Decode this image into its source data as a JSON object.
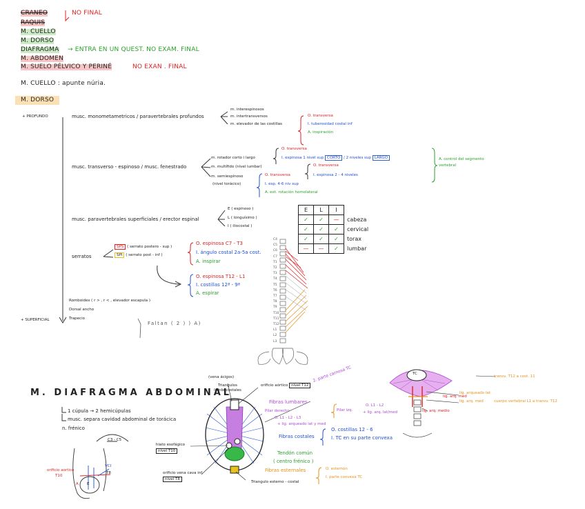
{
  "top_list": {
    "craneo": "CRANEO",
    "raquis": "RAQUIS",
    "cuello": "M. CUELLO",
    "dorso": "M. DORSO",
    "diafragma": "DIAFRAGMA",
    "abdomen": "M. ABDOMEN",
    "suelo": "M. SUELO PÉLVICO Y PERINÉ",
    "no_final": "NO FINAL",
    "entra": "→ ENTRA EN UN QUEST. NO EXAM. FINAL",
    "no_exam": "NO EXAN . FINAL"
  },
  "cuello_line": "M. CUELLO : apunte núria.",
  "dorso_head": "M. DORSO",
  "dorso": {
    "profundo": "+ PROFUNDO",
    "superficial": "+ SUPERFICIAL",
    "g1": "musc. monometametricos / paravertebrales profundos",
    "g1_items": [
      "m. interespinosos",
      "m. intertransversos",
      "m. elevador de las costillas"
    ],
    "g1_o": "O. transversa",
    "g1_i": "I. tuberosidad costal inf",
    "g1_a": "A. inspiración",
    "g2": "musc. transverso - espinoso / musc. fenestrado",
    "g2_rotador": "m. rotador corto i largo",
    "g2_rot_o": "O. transversa",
    "g2_rot_i": "I. espinosa 1 nivel sup",
    "corto": "CORTO",
    "g2_rot_i2": "/ 2 niveles sup",
    "largo": "LARGO",
    "g2_multifido": "m. multífido",
    "g2_nivel_lumbar": "(nivel lumbar)",
    "g2_mul_o": "O. transversa",
    "g2_mul_i": "I. espinosa 2 - 4 niveles",
    "g2_semi": "m. semiespinoso",
    "g2_nivel_toracico": "(nivel torácico)",
    "g2_semi_o": "O. transversa",
    "g2_semi_i": "I. esp. 4-6 niv sup",
    "g2_semi_a": "A. ext. rotación homolateral",
    "g2_a": "A. control del segmento vertebral",
    "g3": "musc. paravertebrales superficiales / erector espinal",
    "g3_items": [
      "E ( espinoso )",
      "L ( longuísimo )",
      "I ( iliocostal )"
    ],
    "serratos": "serratos",
    "sps": "SPS",
    "sps_txt": "( serrato postero - sup )",
    "spi": "SPI",
    "spi_txt": "( serrato post - inf )",
    "sps_o": "O. espinosa C7 - T3",
    "sps_i": "I. ángulo costal 2a-5a cost.",
    "sps_a": "A. inspirar",
    "spi_o": "O. espinosa T12 - L1",
    "spi_i": "I. costillas 12ª - 9ª",
    "spi_a": "A. espirar",
    "romboides": "Romboides ( r > , r < , elevador escapula )",
    "dorsal": "Dorsal ancho",
    "trapecio": "Trapecio",
    "faltan": "Faltan ( 2 ) ) A)"
  },
  "elt_table": {
    "headers": [
      "E",
      "L",
      "I"
    ],
    "rows": [
      {
        "label": "cabeza",
        "marks": [
          "✓",
          "✓",
          "—"
        ]
      },
      {
        "label": "cervical",
        "marks": [
          "✓",
          "✓",
          "✓"
        ]
      },
      {
        "label": "torax",
        "marks": [
          "✓",
          "✓",
          "✓"
        ]
      },
      {
        "label": "lumbar",
        "marks": [
          "—",
          "—",
          "✓"
        ]
      }
    ]
  },
  "spine_labels": [
    "C4",
    "C5",
    "C6",
    "C7",
    "T1",
    "T2",
    "T3",
    "T4",
    "T5",
    "T6",
    "T7",
    "T8",
    "T9",
    "T10",
    "T11",
    "T12",
    "L1",
    "L2",
    "L3"
  ],
  "diafragma": {
    "title": "M. DIAFRAGMA ABDOMINAL",
    "l1": "1 cúpula → 2 hemicúpulas",
    "l2": "musc. separa cavidad abdominal de torácica",
    "l3": "n. frénico",
    "c3c5": "C3 - C5",
    "hiato": "hiato esofágico",
    "nivel_t10": "nivel T10",
    "vena_cava": "orificio vena cava inf",
    "nivel_t8": "nivel T8",
    "vena_acigos": "(vena ácigos)",
    "triangulos": "Triangulos lumbocostales",
    "aortico": "orificio aórtico",
    "nivel_t12": "nivel T12",
    "fibras_lumbares": "Fibras lumbares",
    "parte_carnosa": "2. parte carnosa TC",
    "pilar": "Pilar derecho",
    "pilar_izq": "Pilar izq.",
    "l1l2l3": "O. L1 - L2 - L3",
    "lig_arq": "+ lig. arqueado lat y med",
    "l1l2": "O. L1 - L2",
    "lig_arq2": "+ lig. arq. lat/med",
    "fibras_costales": "Fibras costales",
    "fc_o": "O. costillas 12 - 6",
    "fc_i": "I. TC en su parte convexa",
    "tendon": "Tendón común",
    "centro": "( centro frénico )",
    "fibras_esternales": "Fibras esternales",
    "fe_o": "O. esternón",
    "fe_i": "I. parte convexa TC",
    "triangulo_esterno": "Triangulo esterno - costal",
    "r_tc": "TC",
    "r_lig_lat": "lig. arqueado lat",
    "r_lig_med": "lig. arq. med",
    "r_lig_medio": "lig. arq. medio",
    "r_lig_medio2": "lig. arq. medio",
    "r_nota1": "transv. T12 a cost. 11",
    "r_nota2": "cuerpo vertebral L1 a transv. T12",
    "small_t10": "T10",
    "small_t8": "T8",
    "small_orificio": "orificio aortico",
    "small_vci": "VCI",
    "small_e": "E",
    "small_a": "A"
  },
  "colors": {
    "red": "#e02020",
    "green": "#2aa12a",
    "blue": "#2050d8",
    "orange": "#e8901a",
    "purple": "#b048d8"
  }
}
